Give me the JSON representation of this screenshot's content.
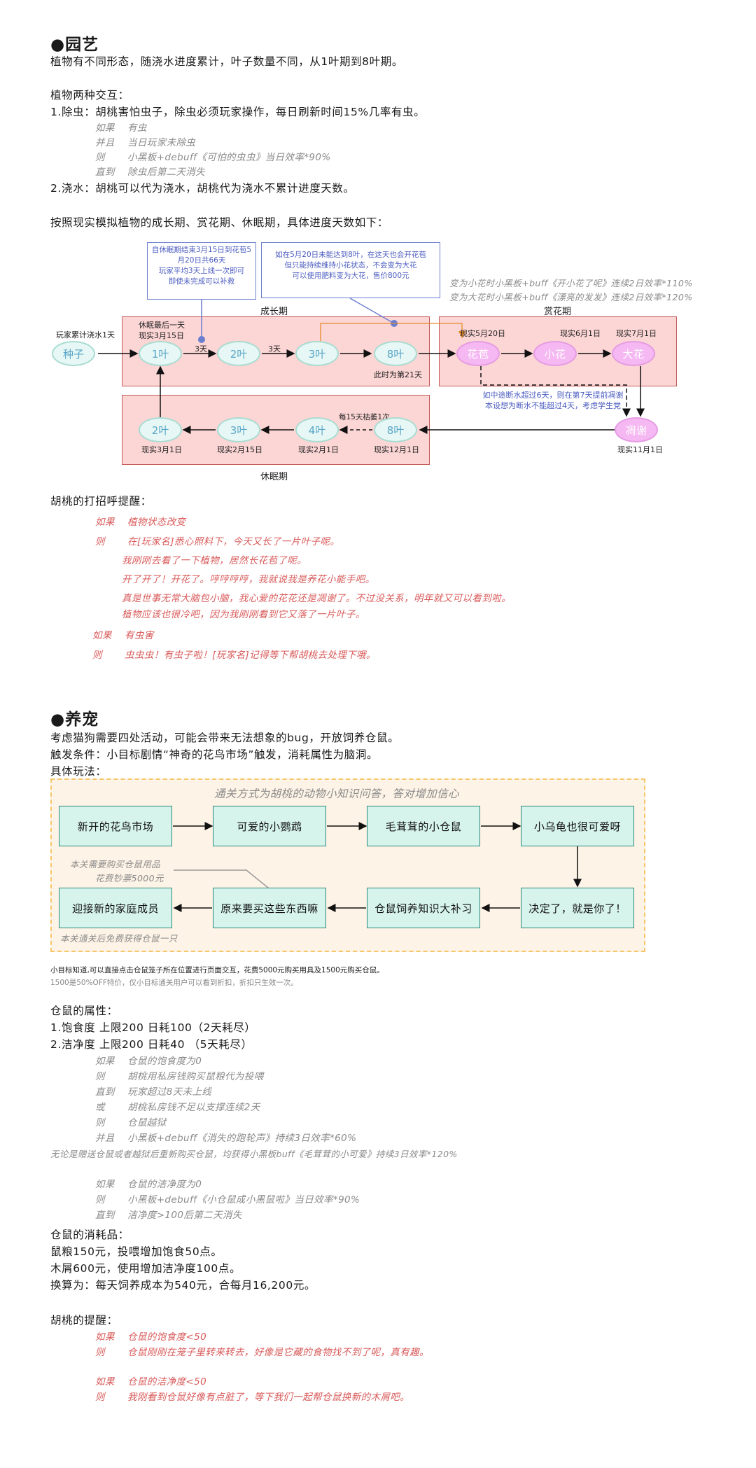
{
  "garden": {
    "title": "●园艺",
    "intro": "植物有不同形态，随浇水进度累计，叶子数量不同，从1叶期到8叶期。",
    "interact_title": "植物两种交互：",
    "item1": "1.除虫：胡桃害怕虫子，除虫必须玩家操作，每日刷新时间15%几率有虫。",
    "rule1": [
      {
        "k": "如果",
        "v": "有虫"
      },
      {
        "k": "并且",
        "v": "当日玩家未除虫"
      },
      {
        "k": "则",
        "v": "小黑板+debuff《可怕的虫虫》当日效率*90%"
      },
      {
        "k": "直到",
        "v": "除虫后第二天消失"
      }
    ],
    "item2": "2.浇水：胡桃可以代为浇水，胡桃代为浇水不累计进度天数。",
    "progress_title": "按照现实模拟植物的成长期、赏花期、休眠期，具体进度天数如下："
  },
  "diagram": {
    "note1": "自休眠期结束3月15日到花苞5月20日共66天\n玩家平均3天上线一次即可\n即使未完成可以补救",
    "note2": "如在5月20日未能达到8叶，在这天也会开花苞\n但只能持续维持小花状态，不会变为大花\n可以使用肥料变为大花，售价800元",
    "buff_note1": "变为小花时小黑板+buff《开小花了呢》连续2日效率*110%",
    "buff_note2": "变为大花时小黑板+buff《漂亮的发发》连续2日效率*120%",
    "zone_growth": "成长期",
    "zone_flower": "赏花期",
    "zone_dormant": "休眠期",
    "seed_label": "玩家累计浇水1天",
    "seed": "种子",
    "dormant_end": "休眠最后一天",
    "real_315": "现实3月15日",
    "g1": "1叶",
    "g2": "2叶",
    "g3": "3叶",
    "g8": "8叶",
    "three_days_a": "3天",
    "three_days_b": "3天",
    "dots": "···",
    "day21": "此时为第21天",
    "real_520": "现实5月20日",
    "real_61": "现实6月1日",
    "real_71": "现实7月1日",
    "f_bud": "花苞",
    "f_small": "小花",
    "f_big": "大花",
    "wither_note": "如中途断水超过6天，则在第7天提前凋谢\n本设想为断水不能超过4天，考虑学生党",
    "wither": "凋谢",
    "real_111": "现实11月1日",
    "d8": "8叶",
    "d4": "4叶",
    "d3": "3叶",
    "d2": "2叶",
    "every15": "每15天枯萎1次",
    "real_121": "现实12月1日",
    "real_21": "现实2月1日",
    "real_215": "现实2月15日",
    "real_31": "现实3月1日"
  },
  "greet": {
    "title": "胡桃的打招呼提醒：",
    "if1_k": "如果",
    "if1_v": "植物状态改变",
    "then1_k": "则",
    "lines": [
      "在[玩家名]悉心照料下，今天又长了一片叶子呢。",
      "我刚刚去看了一下植物，居然长花苞了呢。",
      "开了开了！开花了。哼哼哼哼，我就说我是养花小能手吧。",
      "真是世事无常大脑包小脑，我心爱的花花还是凋谢了。不过没关系，明年就又可以看到啦。",
      "植物应该也很冷吧，因为我刚刚看到它又落了一片叶子。"
    ],
    "if2_k": "如果",
    "if2_v": "有虫害",
    "then2_k": "则",
    "then2_v": "虫虫虫！有虫子啦！[玩家名]记得等下帮胡桃去处理下哦。"
  },
  "pet": {
    "title": "●养宠",
    "intro1": "考虑猫狗需要四处活动，可能会带来无法想象的bug，开放饲养仓鼠。",
    "intro2": "触发条件：小目标剧情“神奇的花鸟市场”触发，消耗属性为脑洞。",
    "intro3": "具体玩法：",
    "flow_caption": "通关方式为胡桃的动物小知识问答，答对增加信心",
    "b1": "新开的花鸟市场",
    "b2": "可爱的小鹦鹉",
    "b3": "毛茸茸的小仓鼠",
    "b4": "小乌龟也很可爱呀",
    "b5": "决定了，就是你了！",
    "b6": "仓鼠饲养知识大补习",
    "b7": "原来要买这些东西嘛",
    "b8": "迎接新的家庭成员",
    "cost_note1": "本关需要购买仓鼠用品",
    "cost_note2": "花费钞票5000元",
    "reward_note": "本关通关后免费获得仓鼠一只",
    "after1": "小目标知道,可以直接点击仓鼠笼子所在位置进行页面交互，花费5000元购买用具及1500元购买仓鼠。",
    "after2": "1500是50%OFF特价，仅小目标通关用户可以看到折扣，折扣只生效一次。",
    "attr_title": "仓鼠的属性：",
    "attr1": "1.饱食度  上限200  日耗100（2天耗尽）",
    "attr2": "2.洁净度  上限200  日耗40   （5天耗尽）",
    "rule_a": [
      {
        "k": "如果",
        "v": "仓鼠的饱食度为0"
      },
      {
        "k": "则",
        "v": "胡桃用私房钱购买鼠粮代为投喂"
      },
      {
        "k": "直到",
        "v": "玩家超过8天未上线"
      },
      {
        "k": "或",
        "v": "胡桃私房钱不足以支撑连续2天"
      },
      {
        "k": "则",
        "v": "仓鼠越狱"
      },
      {
        "k": "并且",
        "v": "小黑板+debuff《消失的跑轮声》持续3日效率*60%"
      }
    ],
    "rule_note": "无论是赠送仓鼠或者越狱后重新购买仓鼠，均获得小黑板buff《毛茸茸的小可爱》持续3日效率*120%",
    "rule_b": [
      {
        "k": "如果",
        "v": "仓鼠的洁净度为0"
      },
      {
        "k": "则",
        "v": "小黑板+debuff《小仓鼠成小黑鼠啦》当日效率*90%"
      },
      {
        "k": "直到",
        "v": "洁净度>100后第二天消失"
      }
    ],
    "consume_title": "仓鼠的消耗品：",
    "consume1": "鼠粮150元，投喂增加饱食50点。",
    "consume2": "木屑600元，使用增加洁净度100点。",
    "consume3": "换算为：每天饲养成本为540元，合每月16,200元。",
    "remind_title": "胡桃的提醒：",
    "remind": [
      {
        "k": "如果",
        "v": "仓鼠的饱食度<50"
      },
      {
        "k": "则",
        "v": "仓鼠刚刚在笼子里转来转去，好像是它藏的食物找不到了呢，真有趣。"
      },
      {
        "k": "如果",
        "v": "仓鼠的洁净度<50"
      },
      {
        "k": "则",
        "v": "我刚看到仓鼠好像有点脏了，等下我们一起帮仓鼠换新的木屑吧。"
      }
    ]
  }
}
